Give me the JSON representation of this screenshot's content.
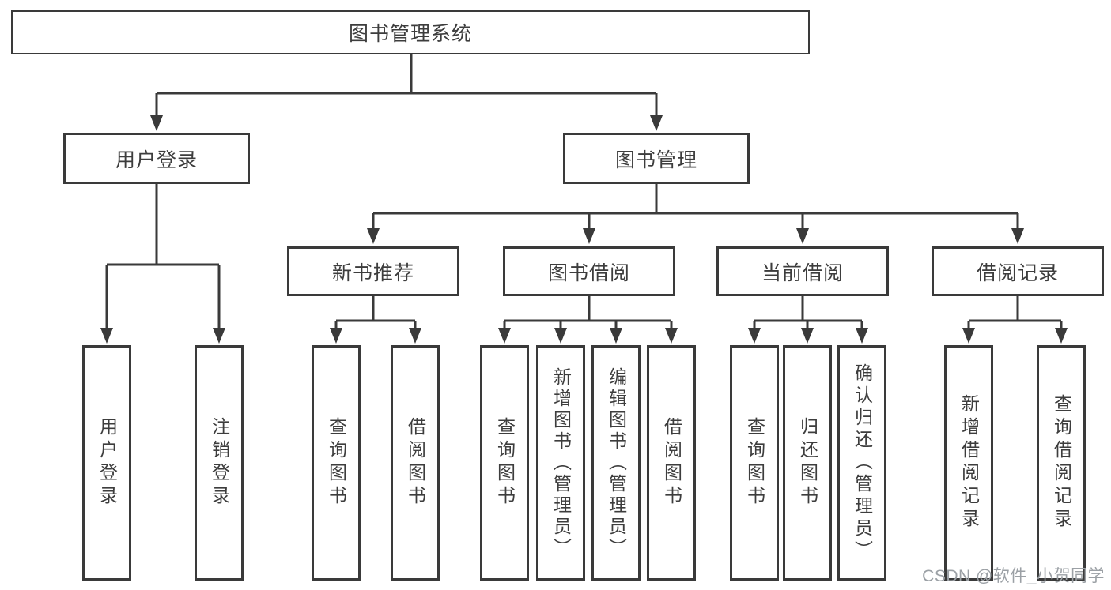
{
  "diagram": {
    "colors": {
      "line": "#3a3a3a",
      "text": "#3d3d3d",
      "watermark": "#9ba0a5",
      "background": "#ffffff"
    },
    "nodes": {
      "root": "图书管理系统",
      "level2": [
        "用户登录",
        "图书管理"
      ],
      "level3": [
        "新书推荐",
        "图书借阅",
        "当前借阅",
        "借阅记录"
      ],
      "leaves": {
        "login": [
          "用户登录",
          "注销登录"
        ],
        "new_book": [
          "查询图书",
          "借阅图书"
        ],
        "book_borrow": [
          "查询图书",
          "新增图书（管理员）",
          "编辑图书（管理员）",
          "借阅图书"
        ],
        "current_borrow": [
          "查询图书",
          "归还图书",
          "确认归还（管理员）"
        ],
        "borrow_record": [
          "新增借阅记录",
          "查询借阅记录"
        ]
      }
    },
    "watermark": "CSDN @软件_小贺同学"
  }
}
